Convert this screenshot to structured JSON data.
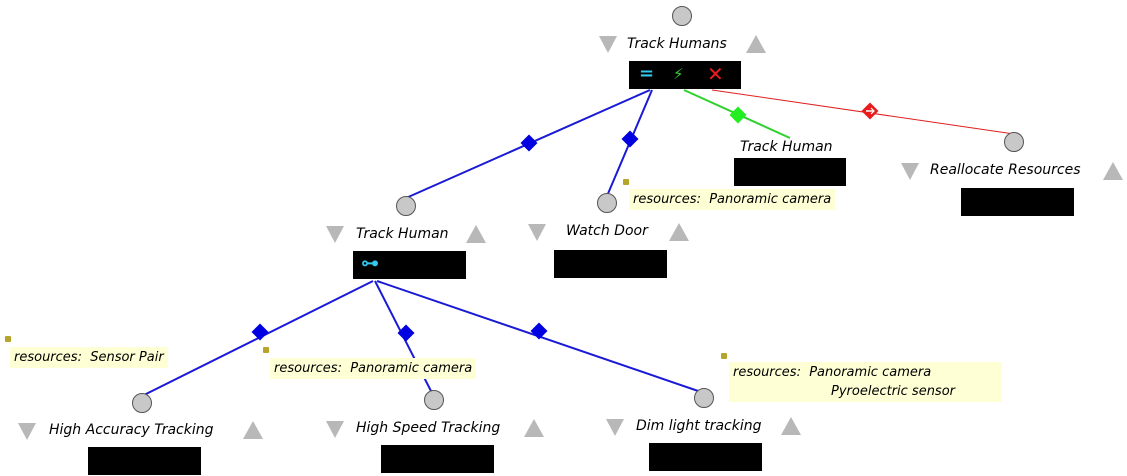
{
  "nodes": {
    "root": {
      "label": "Track Humans"
    },
    "track_human_main": {
      "label": "Track Human"
    },
    "watch_door": {
      "label": "Watch Door"
    },
    "track_human_alt": {
      "label": "Track Human"
    },
    "reallocate": {
      "label": "Reallocate Resources"
    },
    "high_accuracy": {
      "label": "High Accuracy Tracking"
    },
    "high_speed": {
      "label": "High Speed Tracking"
    },
    "dim_light": {
      "label": "Dim light tracking"
    }
  },
  "resources": {
    "watch_door": "resources:  Panoramic camera",
    "high_accuracy": "resources:  Sensor Pair",
    "high_speed": "resources:  Panoramic camera",
    "dim_light_1": "resources:  Panoramic camera",
    "dim_light_2": "Pyroelectric sensor"
  },
  "controls": {
    "sequence_symbol": "=",
    "parallel_symbol": "⚡",
    "cancel_symbol": "✕",
    "choice_symbol": "⊶"
  },
  "colors": {
    "edge_blue": "#1a1ad6",
    "edge_green": "#2ed12e",
    "edge_red": "#e02020",
    "diamond_blue": "#0000e0",
    "diamond_green": "#22ee22",
    "diamond_red": "#e81c1c",
    "control_cyan": "#33c8f0"
  }
}
